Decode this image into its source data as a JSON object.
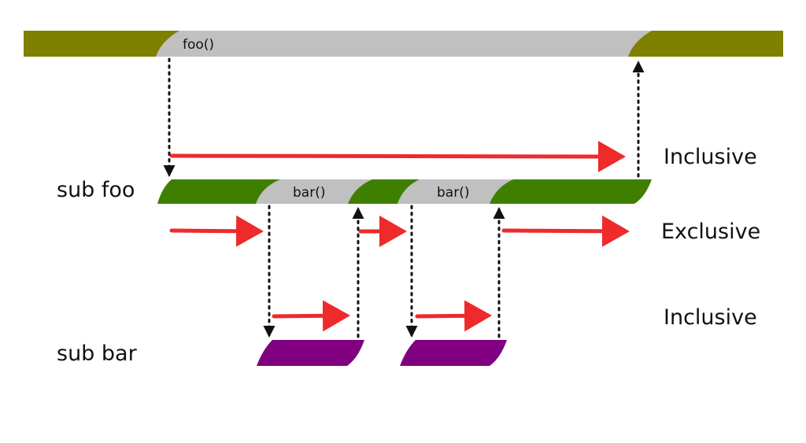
{
  "calls": {
    "foo_call": "foo()",
    "bar_call_1": "bar()",
    "bar_call_2": "bar()"
  },
  "rows": {
    "sub_foo": "sub foo",
    "sub_bar": "sub bar"
  },
  "legend": {
    "inclusive_top": "Inclusive",
    "exclusive": "Exclusive",
    "inclusive_bottom": "Inclusive"
  },
  "colors": {
    "caller_bar": "#808000",
    "call_segment": "#c0c0c0",
    "sub_foo_bar": "#3f7f00",
    "sub_bar_bar": "#800080",
    "time_arrow": "#ee2a2a"
  }
}
